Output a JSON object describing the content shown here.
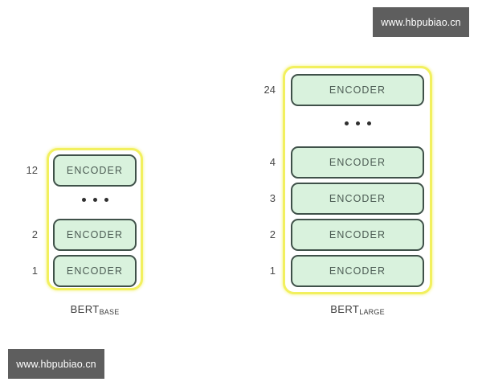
{
  "background_color": "#ffffff",
  "palette": {
    "encoder_fill": "#d9f2dd",
    "encoder_border": "#3f5149",
    "encoder_text": "#4b5b53",
    "frame_border": "#f2f05e",
    "number_text": "#4a4a4a",
    "caption_text": "#3c3c3c",
    "watermark_bg": "#5e5e5e",
    "watermark_text": "#ffffff"
  },
  "watermarks": {
    "top": "www.hbpubiao.cn",
    "bottom": "www.hbpubiao.cn"
  },
  "diagrams": [
    {
      "id": "bert-base",
      "caption_main": "BERT",
      "caption_sub": "BASE",
      "layers": [
        {
          "number": "12",
          "label": "ENCODER"
        },
        {
          "number": "",
          "label": "ellipsis"
        },
        {
          "number": "2",
          "label": "ENCODER"
        },
        {
          "number": "1",
          "label": "ENCODER"
        }
      ]
    },
    {
      "id": "bert-large",
      "caption_main": "BERT",
      "caption_sub": "LARGE",
      "layers": [
        {
          "number": "24",
          "label": "ENCODER"
        },
        {
          "number": "",
          "label": "ellipsis"
        },
        {
          "number": "4",
          "label": "ENCODER"
        },
        {
          "number": "3",
          "label": "ENCODER"
        },
        {
          "number": "2",
          "label": "ENCODER"
        },
        {
          "number": "1",
          "label": "ENCODER"
        }
      ]
    }
  ]
}
